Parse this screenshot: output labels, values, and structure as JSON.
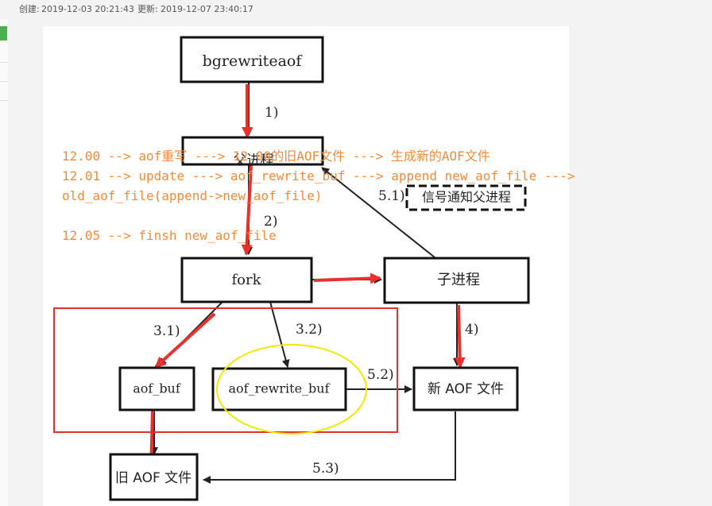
{
  "header": {
    "created_label": "创建:",
    "created_value": "2019-12-03 20:21:43",
    "updated_label": "更新:",
    "updated_value": "2019-12-07 23:40:17"
  },
  "diagram": {
    "nodes": {
      "bgrewriteaof": "bgrewriteaof",
      "parent_process": "父进程",
      "fork": "fork",
      "child_process": "子进程",
      "signal_parent": "信号通知父进程",
      "aof_buf": "aof_buf",
      "aof_rewrite_buf": "aof_rewrite_buf",
      "new_aof_file": "新 AOF 文件",
      "old_aof_file": "旧 AOF 文件"
    },
    "step_labels": {
      "s1": "1)",
      "s2": "2)",
      "s31": "3.1)",
      "s32": "3.2)",
      "s4": "4)",
      "s51": "5.1)",
      "s52": "5.2)",
      "s53": "5.3)"
    },
    "annotations": [
      "12.00 --> aof重写 ---> 12.00的旧AOF文件 ---> 生成新的AOF文件",
      "12.01 --> update ---> aof_rewrite_buf ---> append new_aof_file --->",
      "old_aof_file(append->new_aof_file)",
      "12.05 --> finsh new_aof_file"
    ],
    "colors": {
      "annotation": "#f08a3c",
      "red_arrow": "#e8312f",
      "highlight_rect": "#e03131",
      "highlight_ellipse": "#f0e800"
    }
  }
}
